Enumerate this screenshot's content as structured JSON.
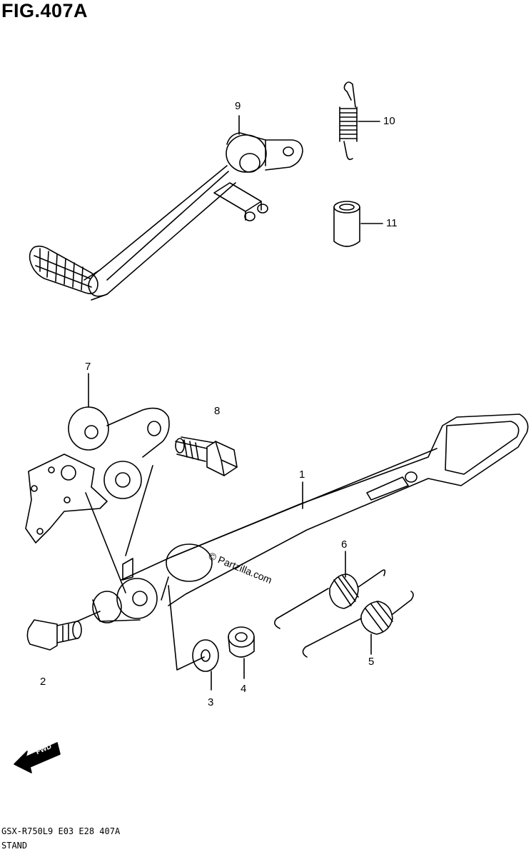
{
  "figure": {
    "title": "FIG.407A",
    "watermark": "© Partzilla.com",
    "footer_code": "GSX-R750L9  E03  E28  407A",
    "footer_name": "STAND",
    "fwd_label": "FWD"
  },
  "callouts": {
    "c1": "1",
    "c2": "2",
    "c3": "3",
    "c4": "4",
    "c5": "5",
    "c6": "6",
    "c7": "7",
    "c8": "8",
    "c9": "9",
    "c10": "10",
    "c11": "11"
  }
}
